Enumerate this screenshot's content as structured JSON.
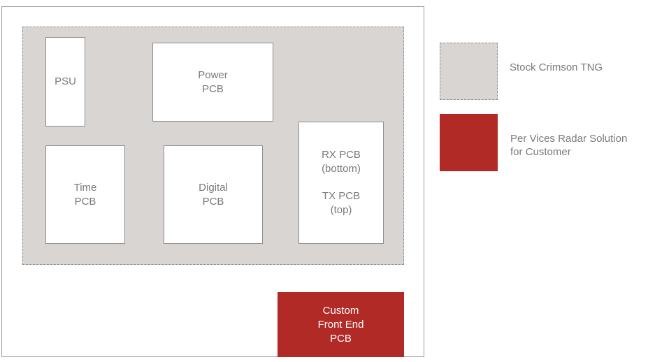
{
  "diagram": {
    "blocks": {
      "psu": [
        "PSU"
      ],
      "power": [
        "Power",
        "PCB"
      ],
      "time": [
        "Time",
        "PCB"
      ],
      "digital": [
        "Digital",
        "PCB"
      ],
      "rx": [
        "RX PCB",
        "(bottom)"
      ],
      "tx": [
        "TX PCB",
        "(top)"
      ],
      "custom": [
        "Custom",
        "Front End",
        "PCB"
      ]
    }
  },
  "legend": {
    "stock": "Stock Crimson TNG",
    "custom": [
      "Per Vices Radar Solution",
      "for Customer"
    ]
  },
  "colors": {
    "stock_fill": "#d9d5d3",
    "custom_fill": "#b22a26",
    "text": "#7a7a7a"
  }
}
